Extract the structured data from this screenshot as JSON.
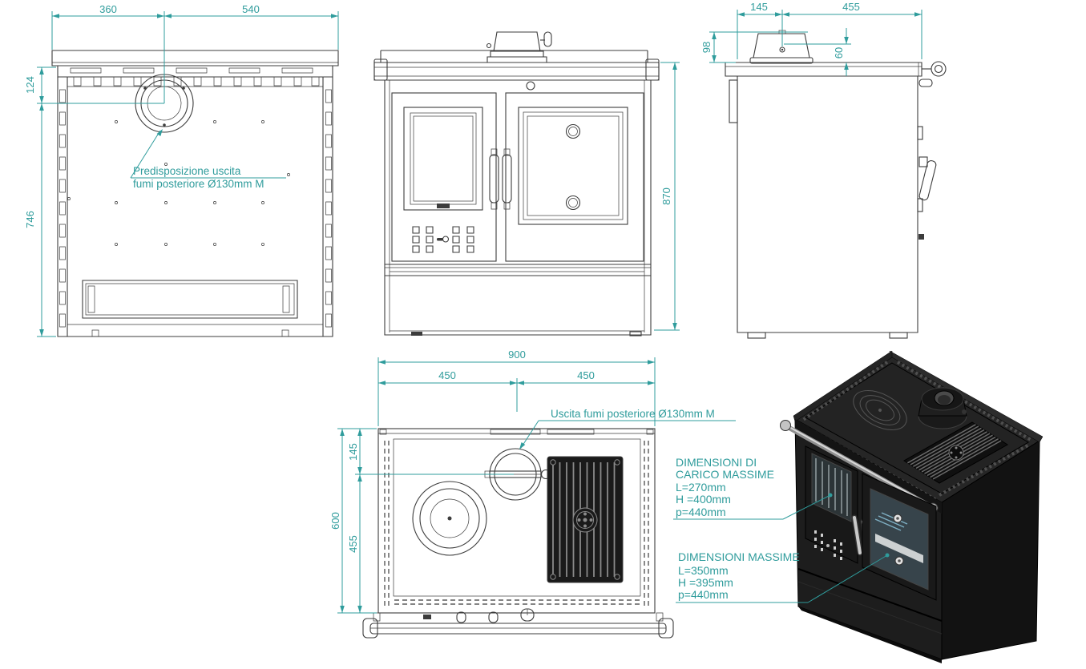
{
  "colors": {
    "dimension": "#2F9C9C",
    "ink": "#3C3C3C",
    "render": "#1A1A1A"
  },
  "views": {
    "rear": {
      "dim_width_left": "360",
      "dim_width_right": "540",
      "dim_flue_drop": "124",
      "dim_height_lower": "746",
      "note_line1": "Predisposizione uscita",
      "note_line2": "fumi posteriore Ø130mm M"
    },
    "front": {
      "dim_height": "870"
    },
    "side": {
      "dim_flue_from_back": "145",
      "dim_flue_to_front": "455",
      "dim_collar_height": "98",
      "dim_collar_to_top": "60"
    },
    "top": {
      "dim_width_total": "900",
      "dim_width_left_half": "450",
      "dim_width_right_half": "450",
      "dim_depth_total": "600",
      "dim_flue_from_back": "145",
      "dim_flue_to_front": "455",
      "note": "Uscita fumi posteriore Ø130mm M"
    }
  },
  "annotations": {
    "loading_max": {
      "title_line1": "DIMENSIONI DI",
      "title_line2": "CARICO MASSIME",
      "l": "L=270mm",
      "h": "H =400mm",
      "p": "p=440mm"
    },
    "overall_max": {
      "title": "DIMENSIONI MASSIME",
      "l": "L=350mm",
      "h": "H =395mm",
      "p": "p=440mm"
    }
  }
}
